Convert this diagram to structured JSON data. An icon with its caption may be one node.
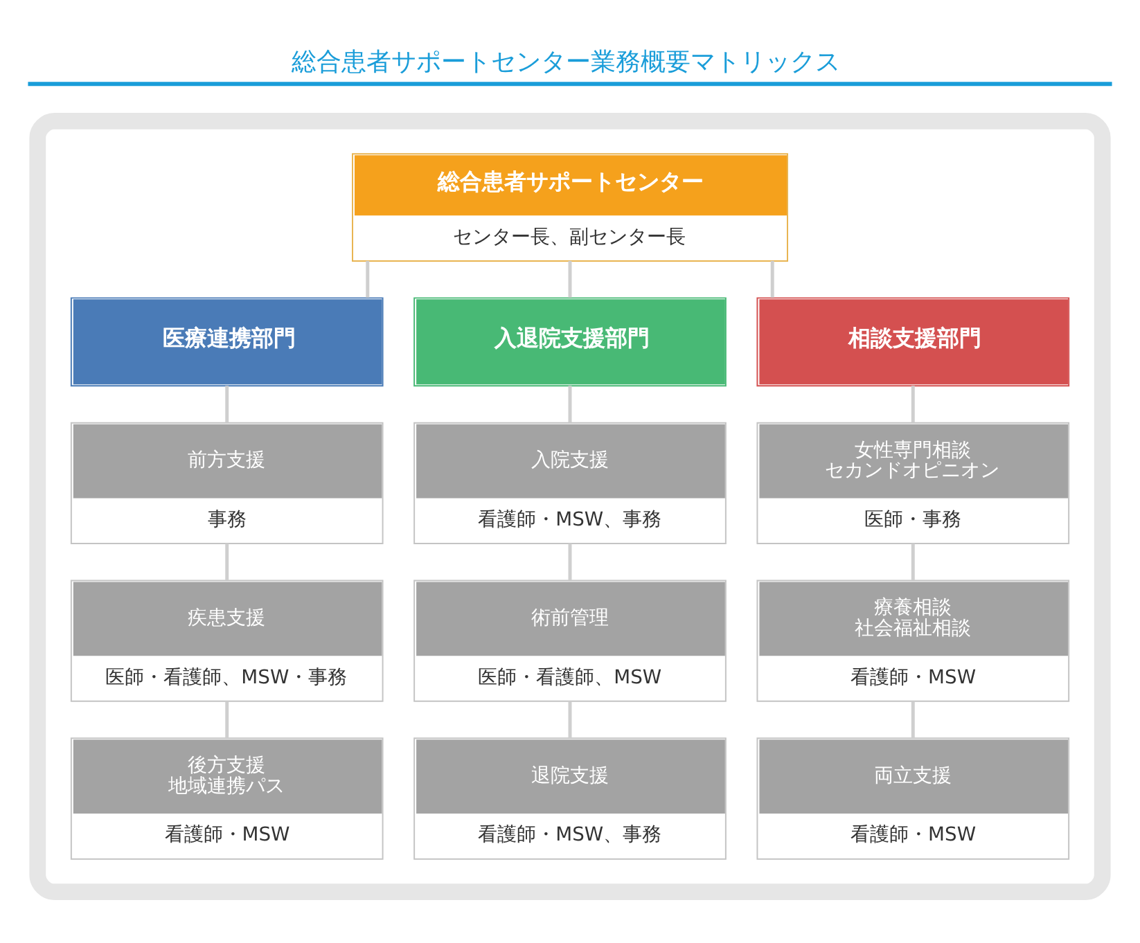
{
  "diagram": {
    "title": "総合患者サポートセンター業務概要マトリックス",
    "nodes": [
      {
        "text": [],
        "shape": "box"
      },
      {
        "text": [
          "総合患者サポートセンター",
          "センター長、副センター長"
        ],
        "in": 0
      },
      {
        "text": [
          "医療連携部門"
        ],
        "in": 0
      },
      {
        "text": [
          "入退院支援部門"
        ],
        "in": 0
      },
      {
        "text": [
          "相談支援部門"
        ],
        "in": 0
      },
      {
        "text": [
          "前方支援",
          "事務"
        ],
        "in": 0
      },
      {
        "text": [
          "入院支援",
          "看護師・MSW、事務"
        ],
        "in": 0
      },
      {
        "text": [
          "女性専門相談",
          "セカンドオピニオン",
          "医師・事務"
        ],
        "in": 0
      },
      {
        "text": [
          "疾患支援",
          "医師・看護師、MSW・事務"
        ],
        "in": 0
      },
      {
        "text": [
          "術前管理",
          "医師・看護師、MSW"
        ],
        "in": 0
      },
      {
        "text": [
          "療養相談",
          "社会福祉相談",
          "看護師・MSW"
        ],
        "in": 0
      },
      {
        "text": [
          "後方支援",
          "地域連携パス",
          "看護師・MSW"
        ],
        "in": 0
      },
      {
        "text": [
          "退院支援",
          "看護師・MSW、事務"
        ],
        "in": 0
      },
      {
        "text": [
          "両立支援",
          "看護師・MSW"
        ],
        "in": 0
      }
    ],
    "edges": [
      {
        "from": 1,
        "to": 2,
        "arrow": "none"
      },
      {
        "from": 1,
        "to": 3,
        "arrow": "none"
      },
      {
        "from": 1,
        "to": 4,
        "arrow": "none"
      },
      {
        "from": 2,
        "to": 5,
        "arrow": "none"
      },
      {
        "from": 3,
        "to": 6,
        "arrow": "none"
      },
      {
        "from": 4,
        "to": 7,
        "arrow": "none"
      },
      {
        "from": 5,
        "to": 8,
        "arrow": "none"
      },
      {
        "from": 6,
        "to": 9,
        "arrow": "none"
      },
      {
        "from": 7,
        "to": 10,
        "arrow": "none"
      },
      {
        "from": 8,
        "to": 11,
        "arrow": "none"
      },
      {
        "from": 9,
        "to": 12,
        "arrow": "none"
      },
      {
        "from": 10,
        "to": 13,
        "arrow": "none"
      }
    ]
  }
}
